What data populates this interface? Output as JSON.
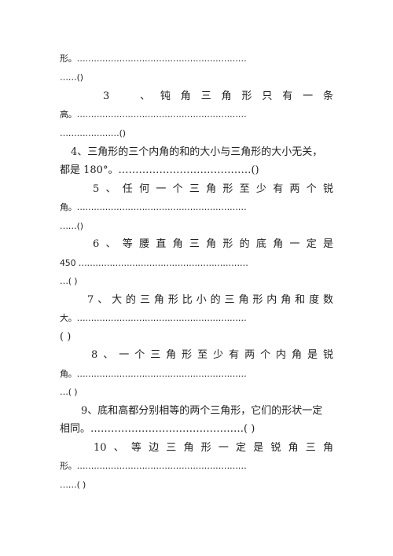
{
  "lines": [
    {
      "text": "形。……………………………………………………"
    },
    {
      "text": "……()"
    },
    {
      "text": "3　、钝角三角形只有一条"
    },
    {
      "text": "高。……………………………………………………"
    },
    {
      "text": "…………………()"
    },
    {
      "text": "4、三角形的三个内角的和的大小与三角形的大小无关，"
    },
    {
      "text": "都是 180°。…………………………………()"
    },
    {
      "text": "5、任何一个三角形至少有两个锐"
    },
    {
      "text": "角。……………………………………………………"
    },
    {
      "text": "……()"
    },
    {
      "text": "6、等腰直角三角形的底角一定是"
    },
    {
      "text": "450 ……………………………………………………"
    },
    {
      "text": "…( )"
    },
    {
      "text": "7、大的三角形比小的三角形内角和度数"
    },
    {
      "text": "大。……………………………………………………"
    },
    {
      "text": "( )"
    },
    {
      "text": "8、一个三角形至少有两个内角是锐"
    },
    {
      "text": "角。……………………………………………………"
    },
    {
      "text": "…( )"
    },
    {
      "text": "9、底和高都分别相等的两个三角形，它们的形状一定"
    },
    {
      "text": "相同。………………………………………( )"
    },
    {
      "text": "10、等边三角形一定是锐角三角"
    },
    {
      "text": "形。……………………………………………………"
    },
    {
      "text": "……( )"
    }
  ]
}
